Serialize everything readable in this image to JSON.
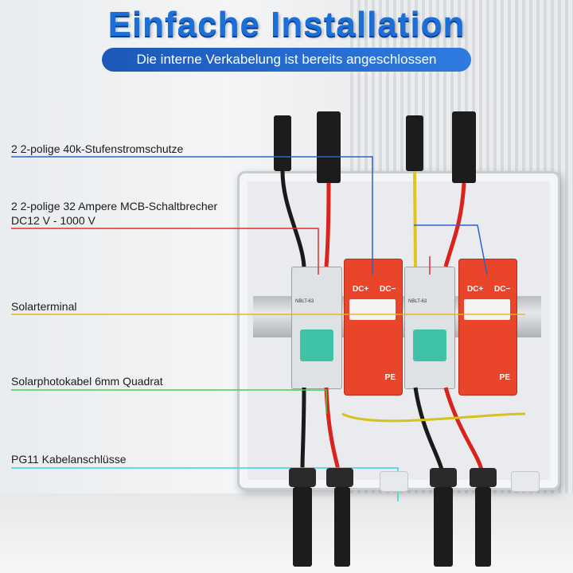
{
  "header": {
    "title": "Einfache Installation",
    "subtitle": "Die interne Verkabelung ist bereits angeschlossen"
  },
  "labels": [
    {
      "id": "spd",
      "text": "2 2-polige 40k-Stufenstromschutze",
      "color": "#2f62c9"
    },
    {
      "id": "mcb",
      "text": "2 2-polige 32 Ampere MCB-Schaltbrecher",
      "color": "#e0302f"
    },
    {
      "id": "mcb_voltage",
      "text": "DC12 V - 1000 V",
      "color": "#e0302f"
    },
    {
      "id": "terminal",
      "text": "Solarterminal",
      "color": "#e8b71d"
    },
    {
      "id": "cable",
      "text": "Solarphotokabel 6mm Quadrat",
      "color": "#3fd34a"
    },
    {
      "id": "glands",
      "text": "PG11 Kabelanschlüsse",
      "color": "#34d3e8"
    }
  ],
  "device": {
    "spd_plus": "DC+",
    "spd_minus": "DC−",
    "pe": "PE",
    "brand": "NBLT-63"
  }
}
